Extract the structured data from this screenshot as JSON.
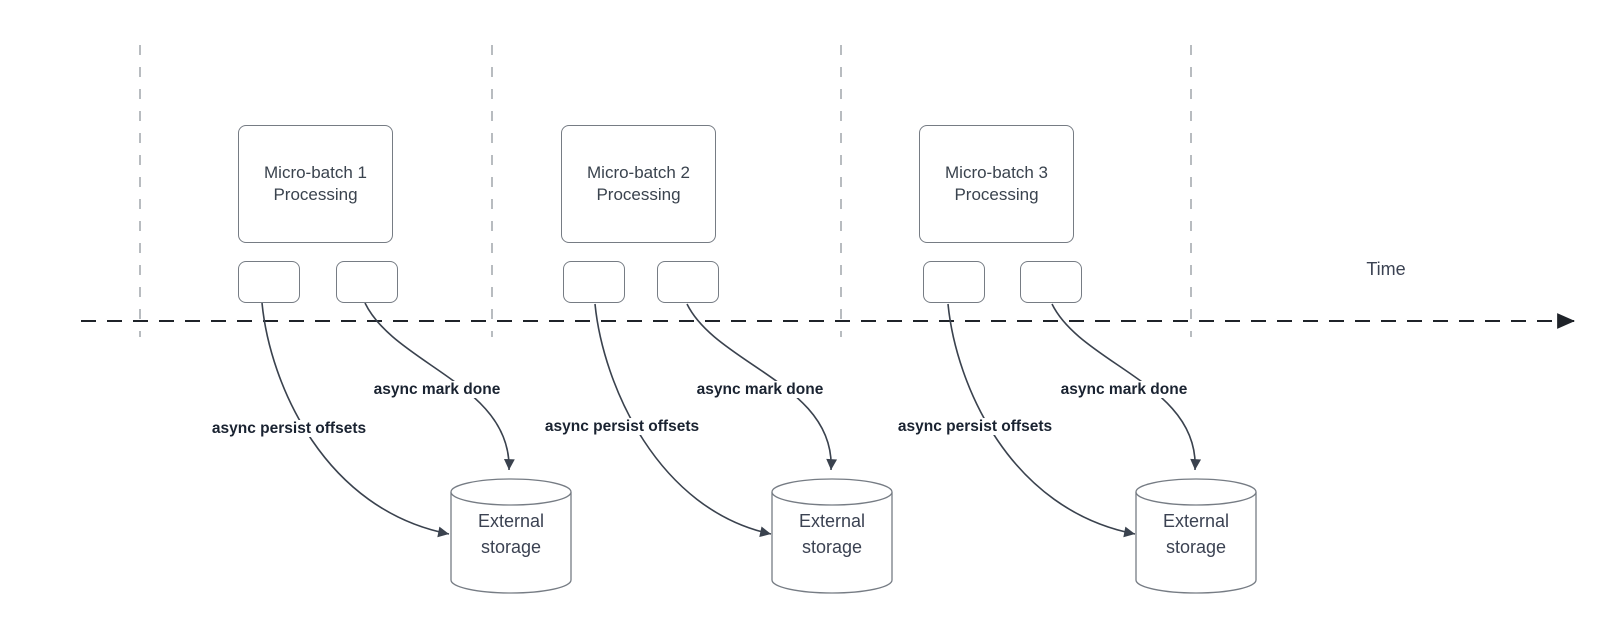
{
  "timeline": {
    "time_label": "Time"
  },
  "batches": [
    {
      "title_line1": "Micro-batch 1",
      "title_line2": "Processing",
      "persist_label": "async persist offsets",
      "mark_label": "async mark done",
      "storage": {
        "line1": "External",
        "line2": "storage"
      }
    },
    {
      "title_line1": "Micro-batch 2",
      "title_line2": "Processing",
      "persist_label": "async persist offsets",
      "mark_label": "async mark done",
      "storage": {
        "line1": "External",
        "line2": "storage"
      }
    },
    {
      "title_line1": "Micro-batch 3",
      "title_line2": "Processing",
      "persist_label": "async persist offsets",
      "mark_label": "async mark done",
      "storage": {
        "line1": "External",
        "line2": "storage"
      }
    }
  ],
  "colors": {
    "time_axis": "#1f2329",
    "guide_line": "#9aa0a6",
    "shape_border": "#767c84",
    "arrow_stroke": "#3a424e",
    "bold_label_text": "#1a2331",
    "shape_text": "#3a434e"
  }
}
